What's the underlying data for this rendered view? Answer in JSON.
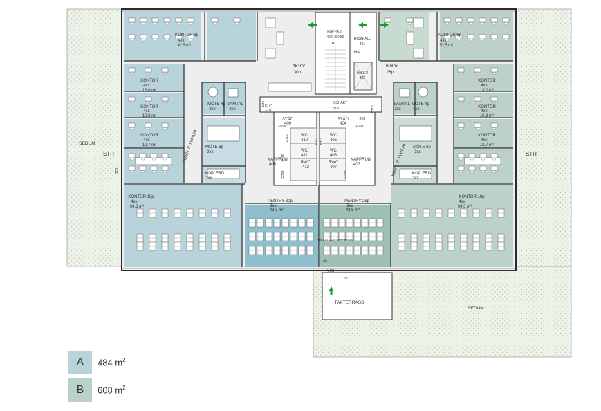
{
  "colors": {
    "zone_a": "#b9d3db",
    "zone_a_dark": "#8fbfcc",
    "zone_b": "#bcd2c8",
    "zone_b_dark": "#9fc0b4",
    "sedum_fill": "#eef3ea",
    "sedum_dot": "#b8c9b2",
    "wall": "#2b2b2b",
    "arrow": "#1a9a2a"
  },
  "plan": {
    "sedum_left": "SEDUM",
    "sedum_bottom": "SEDUM",
    "str_left": "STR",
    "str_right": "STR",
    "takterrass": "TAKTERRASS",
    "pf01": "PF01",
    "zone_a_area": "484m²",
    "zone_a_people": "30p",
    "zone_b_area": "608m²",
    "zone_b_people": "28p",
    "trappa_title": "TRAPPA 2",
    "trappa_sub": "402  +90,80",
    "trappa_rl": "RL",
    "hisshall_title": "HISSHALL",
    "hisshall_num": "401",
    "ha": "HA",
    "hiss_label": "HISS 2",
    "hiss_num": "402",
    "schakt_title": "SCHAKT",
    "schakt_num": "S01",
    "elc_title": "ELC",
    "elc_num": "E08",
    "rooms_left": [
      {
        "title": "KONTOR 6p",
        "sub": "4xx",
        "area": "30,5 m²"
      },
      {
        "title": "KONTOR",
        "sub": "4xx",
        "area": "13,0 m²"
      },
      {
        "title": "KONTOR",
        "sub": "4xx",
        "area": "10,8 m²"
      },
      {
        "title": "KONTOR",
        "sub": "4xx",
        "area": "12,7 m²"
      },
      {
        "title": "KONTOR 19p",
        "sub": "4xx",
        "area": "94,3 m²"
      }
    ],
    "rooms_right": [
      {
        "title": "KONTOR 6p",
        "sub": "4xx",
        "area": "30,5 m²"
      },
      {
        "title": "KONTOR",
        "sub": "4xx",
        "area": "13,0 m²"
      },
      {
        "title": "KONTOR",
        "sub": "4xx",
        "area": "10,8 m²"
      },
      {
        "title": "KONTOR",
        "sub": "4xx",
        "area": "12,7 m²"
      },
      {
        "title": "KONTOR 19p",
        "sub": "4xx",
        "area": "94,3 m²"
      }
    ],
    "mote4_left": {
      "title": "MÖTE 4p",
      "sub": "3xx"
    },
    "samtal_left": {
      "title": "SAMTAL",
      "sub": "3xx"
    },
    "mote6_left": {
      "title": "MÖTE 6p",
      "sub": "3xx"
    },
    "kop_left": {
      "title": "KOP. FRD.",
      "sub": "3xx"
    },
    "kontor_tyrium_left": "KONTOR TYRIUM",
    "mote4_right": {
      "title": "MÖTE 4p",
      "sub": "3xx"
    },
    "samtal_right": {
      "title": "SAMTAL",
      "sub": "3xx"
    },
    "mote6_right": {
      "title": "MÖTE 6p",
      "sub": "3xx"
    },
    "kop_right": {
      "title": "KOP. FRD.",
      "sub": "3xx"
    },
    "kontor_tyrium_right": "KONTOR TYRIUM",
    "stad_left": {
      "title": "STÄD",
      "sub": "409"
    },
    "stad_right": {
      "title": "STÄD",
      "sub": "404"
    },
    "wc": [
      {
        "title": "WC",
        "sub": "410"
      },
      {
        "title": "WC",
        "sub": "411"
      },
      {
        "title": "WC",
        "sub": "405"
      },
      {
        "title": "WC",
        "sub": "406"
      }
    ],
    "rwc_left": {
      "title": "RWC",
      "sub": "412"
    },
    "rwc_right": {
      "title": "RWC",
      "sub": "407"
    },
    "kapprum_left": {
      "title": "KAPPRUM",
      "sub": "408"
    },
    "kapprum_right": {
      "title": "KAPPRUM",
      "sub": "403"
    },
    "pentry_left": {
      "title": "PENTRY 30p",
      "sub": "3xx",
      "area": "43,3 m²"
    },
    "pentry_right": {
      "title": "PENTRY 28p",
      "sub": "3xx",
      "area": "43,8 m²"
    },
    "rullstol": "RULLSTOLS-TRAPPHUS",
    "ak_left": "AK",
    "ak_right": "AK",
    "ycs": "YCS",
    "e09": "E09",
    "dt_codes": [
      "DT1",
      "DT10",
      "DT10",
      "DT11",
      "DT11",
      "DT08",
      "DT08",
      "DT09",
      "DT09",
      "DT10"
    ]
  },
  "legend": [
    {
      "letter": "A",
      "value": "484 m",
      "sup": "2"
    },
    {
      "letter": "B",
      "value": "608 m",
      "sup": "2"
    }
  ]
}
